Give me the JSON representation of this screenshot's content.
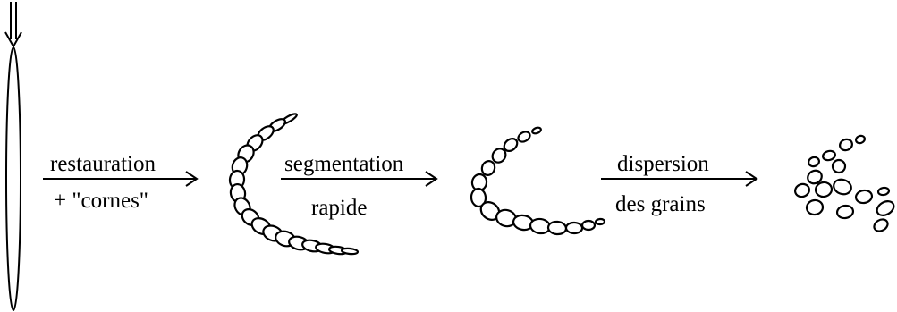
{
  "labels": {
    "step1_top": "restauration",
    "step1_bottom": "+ \"cornes\"",
    "step2_top": "segmentation",
    "step2_bottom": "rapide",
    "step3_top": "dispersion",
    "step3_bottom": "des grains"
  },
  "stages": [
    {
      "name": "rod-cell"
    },
    {
      "name": "curved-chain-with-horns"
    },
    {
      "name": "segmented-chain"
    },
    {
      "name": "dispersed-grains"
    }
  ],
  "colors": {
    "stroke": "#000000",
    "background": "#ffffff"
  }
}
